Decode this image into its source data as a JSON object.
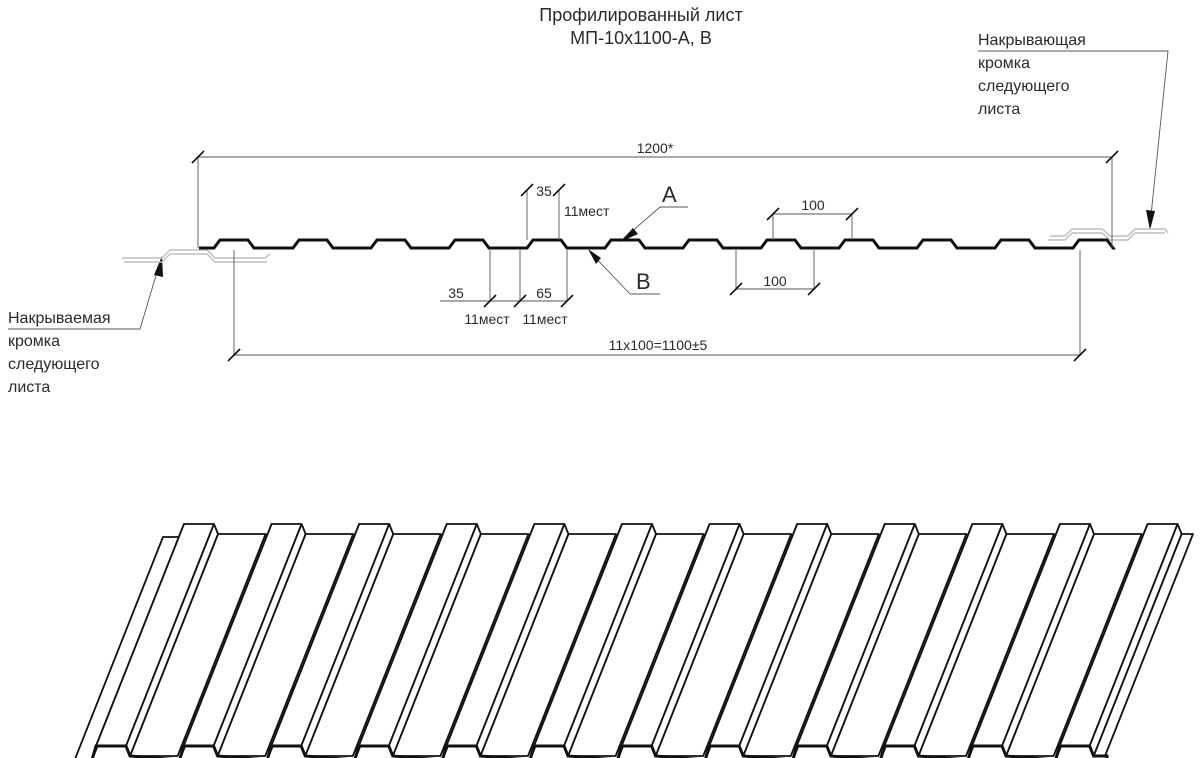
{
  "title": {
    "line1": "Профилированный лист",
    "line2": "МП-10х1100-А, В"
  },
  "notes": {
    "covering_edge": [
      "Накрывающая",
      "кромка",
      "следующего",
      "листа"
    ],
    "covered_edge": [
      "Накрываемая",
      "кромка",
      "следующего",
      "листа"
    ]
  },
  "dimensions": {
    "overall_width": "1200*",
    "useful_width": "11х100=1100±5",
    "top_rib": "35",
    "top_rib_count": "11мест",
    "pitch_top": "100",
    "pitch_bottom": "100",
    "valley_left": "35",
    "valley_left_count": "11мест",
    "valley_right": "65",
    "valley_right_count": "11мест"
  },
  "labels": {
    "side_a": "А",
    "side_b": "В"
  },
  "colors": {
    "line": "#111111",
    "ghost_edge": "#bdbdbd",
    "dimension": "#555555"
  }
}
